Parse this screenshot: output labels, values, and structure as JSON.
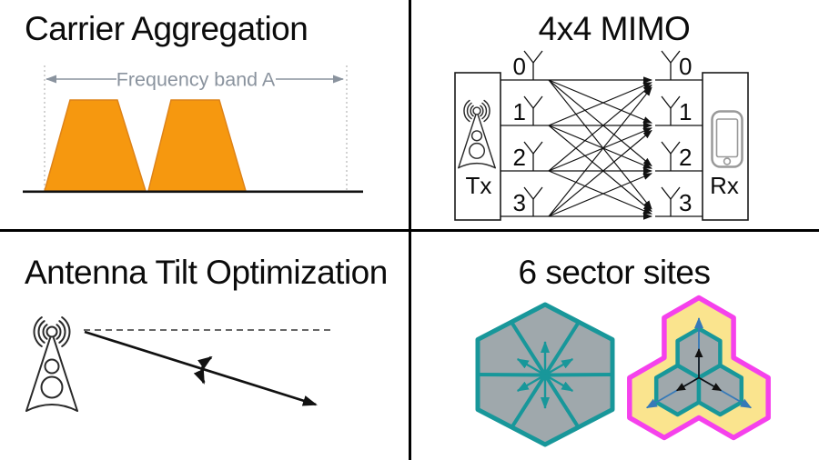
{
  "panels": {
    "carrier": {
      "title": "Carrier Aggregation",
      "band_label": "Frequency band A"
    },
    "mimo": {
      "title": "4x4 MIMO",
      "tx_label": "Tx",
      "rx_label": "Rx",
      "tx_antennas": [
        "0",
        "1",
        "2",
        "3"
      ],
      "rx_antennas": [
        "0",
        "1",
        "2",
        "3"
      ]
    },
    "tilt": {
      "title": "Antenna Tilt Optimization"
    },
    "sectors": {
      "title": "6 sector sites"
    }
  },
  "colors": {
    "carrier_orange": "#F6980F",
    "annotation_gray": "#8A939E",
    "sector_teal": "#18979A",
    "hex_gray": "#9FA8AC",
    "cluster_yellow": "#FAE48E",
    "cluster_magenta": "#F541EC",
    "beam_blue": "#3579B8",
    "divider_black": "#000000"
  }
}
